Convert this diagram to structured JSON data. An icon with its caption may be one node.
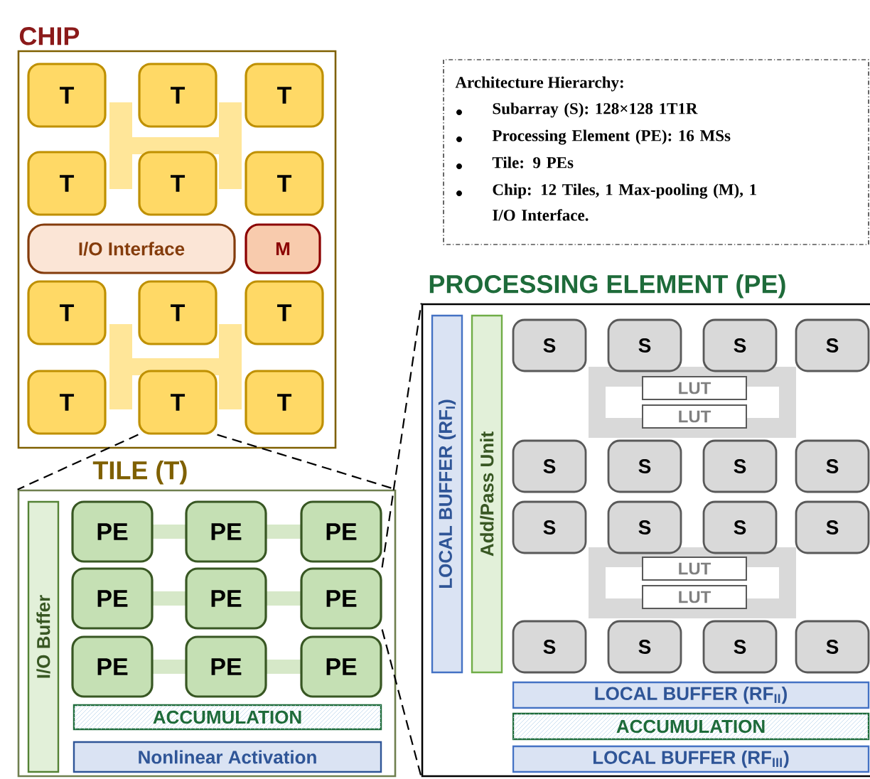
{
  "diagram": {
    "nodes": [
      {
        "text": [
          "CHIP"
        ]
      },
      {
        "text": [
          "T"
        ],
        "in": 0
      },
      {
        "text": [
          "T"
        ],
        "in": 0
      },
      {
        "text": [
          "T"
        ],
        "in": 0
      },
      {
        "text": [
          "T"
        ],
        "in": 0
      },
      {
        "text": [
          "T"
        ],
        "in": 0
      },
      {
        "text": [
          "T"
        ],
        "in": 0
      },
      {
        "text": [
          "I/O Interface"
        ],
        "in": 0
      },
      {
        "text": [
          "M"
        ],
        "in": 0
      },
      {
        "text": [
          "T"
        ],
        "in": 0
      },
      {
        "text": [
          "T"
        ],
        "in": 0
      },
      {
        "text": [
          "T"
        ],
        "in": 0
      },
      {
        "text": [
          "T"
        ],
        "in": 0
      },
      {
        "text": [
          "T"
        ],
        "in": 0
      },
      {
        "text": [
          "T"
        ],
        "in": 0
      },
      {
        "text": [
          "Architecture Hierarchy:",
          "Subarray (S):  128×128 1T1R",
          "Processing Element (PE): 16 MSs",
          "Tile: 9 PEs",
          "Chip: 12 Tiles, 1 Max-pooling (M), 1 I/O Interface."
        ]
      },
      {
        "text": [
          "TILE (T)"
        ]
      },
      {
        "text": [
          "I/O Buffer"
        ],
        "in": 16
      },
      {
        "text": [
          "PE"
        ],
        "in": 16
      },
      {
        "text": [
          "PE"
        ],
        "in": 16
      },
      {
        "text": [
          "PE"
        ],
        "in": 16
      },
      {
        "text": [
          "PE"
        ],
        "in": 16
      },
      {
        "text": [
          "PE"
        ],
        "in": 16
      },
      {
        "text": [
          "PE"
        ],
        "in": 16
      },
      {
        "text": [
          "PE"
        ],
        "in": 16
      },
      {
        "text": [
          "PE"
        ],
        "in": 16
      },
      {
        "text": [
          "PE"
        ],
        "in": 16
      },
      {
        "text": [
          "ACCUMULATION"
        ],
        "in": 16
      },
      {
        "text": [
          "Nonlinear Activation"
        ],
        "in": 16
      },
      {
        "text": [
          "PROCESSING ELEMENT (PE)"
        ]
      },
      {
        "text": [
          "LOCAL BUFFER (RF$_{I}$)"
        ],
        "in": 29
      },
      {
        "text": [
          "Add/Pass Unit"
        ],
        "in": 29
      },
      {
        "text": [
          "S"
        ],
        "in": 29
      },
      {
        "text": [
          "S"
        ],
        "in": 29
      },
      {
        "text": [
          "S"
        ],
        "in": 29
      },
      {
        "text": [
          "S"
        ],
        "in": 29
      },
      {
        "text": [
          "LUT"
        ],
        "in": 29
      },
      {
        "text": [
          "LUT"
        ],
        "in": 29
      },
      {
        "text": [
          "S"
        ],
        "in": 29
      },
      {
        "text": [
          "S"
        ],
        "in": 29
      },
      {
        "text": [
          "S"
        ],
        "in": 29
      },
      {
        "text": [
          "S"
        ],
        "in": 29
      },
      {
        "text": [
          "S"
        ],
        "in": 29
      },
      {
        "text": [
          "S"
        ],
        "in": 29
      },
      {
        "text": [
          "S"
        ],
        "in": 29
      },
      {
        "text": [
          "S"
        ],
        "in": 29
      },
      {
        "text": [
          "LUT"
        ],
        "in": 29
      },
      {
        "text": [
          "LUT"
        ],
        "in": 29
      },
      {
        "text": [
          "S"
        ],
        "in": 29
      },
      {
        "text": [
          "S"
        ],
        "in": 29
      },
      {
        "text": [
          "S"
        ],
        "in": 29
      },
      {
        "text": [
          "S"
        ],
        "in": 29
      },
      {
        "text": [
          "LOCAL BUFFER (RF$_{II}$)"
        ],
        "in": 29
      },
      {
        "text": [
          "ACCUMULATION"
        ],
        "in": 29
      },
      {
        "text": [
          "LOCAL BUFFER (RF$_{III}$)"
        ],
        "in": 29
      }
    ],
    "edges": [
      {
        "from": 13,
        "to": 16,
        "arrow": "none",
        "style": "dashed"
      },
      {
        "from": 13,
        "to": 16,
        "arrow": "none",
        "style": "dashed"
      },
      {
        "from": 23,
        "to": 29,
        "arrow": "none",
        "style": "dashed"
      },
      {
        "from": 23,
        "to": 29,
        "arrow": "none",
        "style": "dashed"
      }
    ]
  }
}
